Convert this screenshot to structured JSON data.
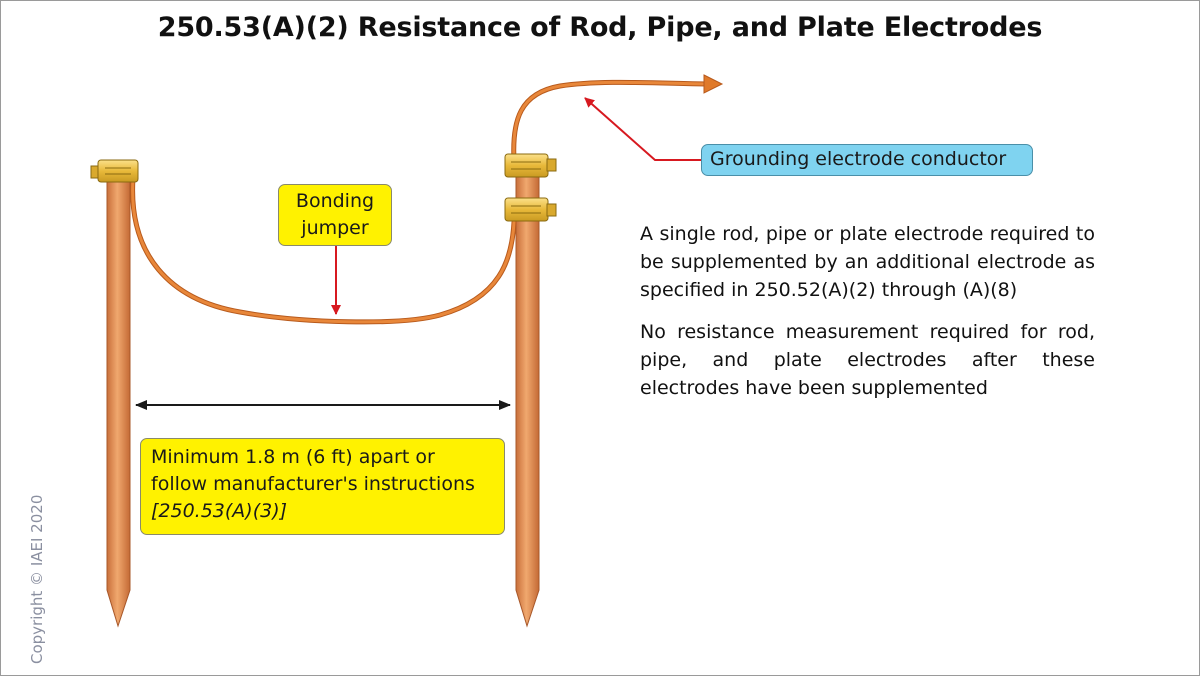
{
  "title": "250.53(A)(2) Resistance of Rod, Pipe, and Plate Electrodes",
  "labels": {
    "bonding_jumper": [
      "Bonding",
      "jumper"
    ],
    "grounding_electrode_conductor": "Grounding electrode conductor",
    "spacing": [
      "Minimum 1.8 m (6 ft) apart or",
      "follow manufacturer's instructions"
    ],
    "spacing_reference": "[250.53(A)(3)]"
  },
  "notes": [
    "A single rod, pipe or plate electrode required to be supplemented by an additional electrode as specified in 250.52(A)(2) through (A)(8)",
    "No resistance measurement required for rod, pipe, and plate electrodes after these electrodes have been supplemented"
  ],
  "copyright": "Copyright © IAEI 2020",
  "colors": {
    "rod": "#e8955a",
    "conductor": "#e07a2a",
    "clamp": "#f2c84b",
    "pointer_arrow": "#d71920",
    "dimension_arrow": "#1a1a1a",
    "bonding_label_fill": "#fff200",
    "spacing_label_fill": "#fff200",
    "gec_label_fill": "#7fd3f0"
  }
}
